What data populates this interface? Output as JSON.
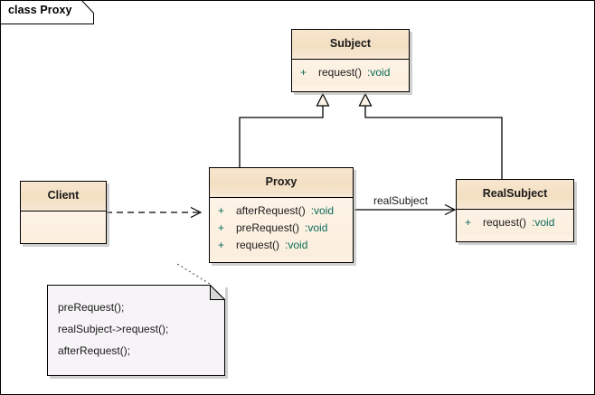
{
  "frame": {
    "label": "class Proxy"
  },
  "classes": [
    {
      "id": "subject",
      "name": "Subject",
      "members": [
        {
          "visibility": "+",
          "name": "request()",
          "type": ":void"
        }
      ]
    },
    {
      "id": "client",
      "name": "Client",
      "members": []
    },
    {
      "id": "proxy",
      "name": "Proxy",
      "members": [
        {
          "visibility": "+",
          "name": "afterRequest()",
          "type": ":void"
        },
        {
          "visibility": "+",
          "name": "preRequest()",
          "type": ":void"
        },
        {
          "visibility": "+",
          "name": "request()",
          "type": ":void"
        }
      ]
    },
    {
      "id": "realsubject",
      "name": "RealSubject",
      "members": [
        {
          "visibility": "+",
          "name": "request()",
          "type": ":void"
        }
      ]
    }
  ],
  "edges": {
    "association_label": "realSubject"
  },
  "note": {
    "lines": [
      "preRequest();",
      "realSubject->request();",
      "afterRequest();"
    ]
  },
  "colors": {
    "class_header": "#f3dfc2",
    "class_body": "#fdf3e6",
    "note_fill": "#f7f4f7",
    "line": "#000000",
    "visibility_text": "#0b6b5a",
    "shadow": "#aaaaaa"
  }
}
